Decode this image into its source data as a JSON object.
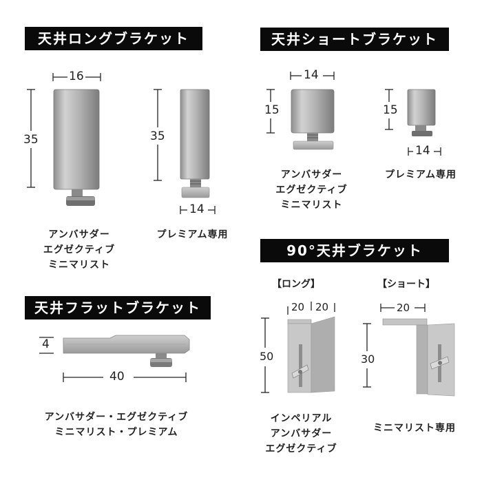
{
  "sections": {
    "ceiling_long": {
      "title": "天井ロングブラケット",
      "item1": {
        "width": "16",
        "height": "35",
        "caption_lines": [
          "アンバサダー",
          "エグゼクティブ",
          "ミニマリスト"
        ]
      },
      "item2": {
        "height": "35",
        "base_width": "14",
        "caption_lines": [
          "プレミアム専用"
        ]
      }
    },
    "ceiling_short": {
      "title": "天井ショートブラケット",
      "item1": {
        "width": "14",
        "height": "15",
        "caption_lines": [
          "アンバサダー",
          "エグゼクティブ",
          "ミニマリスト"
        ]
      },
      "item2": {
        "height": "15",
        "base_width": "14",
        "caption_lines": [
          "プレミアム専用"
        ]
      }
    },
    "ceiling_flat": {
      "title": "天井フラットブラケット",
      "thickness": "4",
      "length": "40",
      "caption_lines": [
        "アンバサダー・エグゼクティブ",
        "ミニマリスト・プレミアム"
      ]
    },
    "ceiling_90": {
      "title": "90°天井ブラケット",
      "long": {
        "label": "【ロング】",
        "width_a": "20",
        "width_b": "20",
        "height": "50",
        "caption_lines": [
          "インペリアル",
          "アンバサダー",
          "エグゼクティブ"
        ]
      },
      "short": {
        "label": "【ショート】",
        "width": "20",
        "height": "30",
        "caption_lines": [
          "ミニマリスト専用"
        ]
      }
    }
  },
  "colors": {
    "header_bg": "#0a0a0a",
    "header_text": "#ffffff",
    "metal": "#b9b9b9"
  }
}
